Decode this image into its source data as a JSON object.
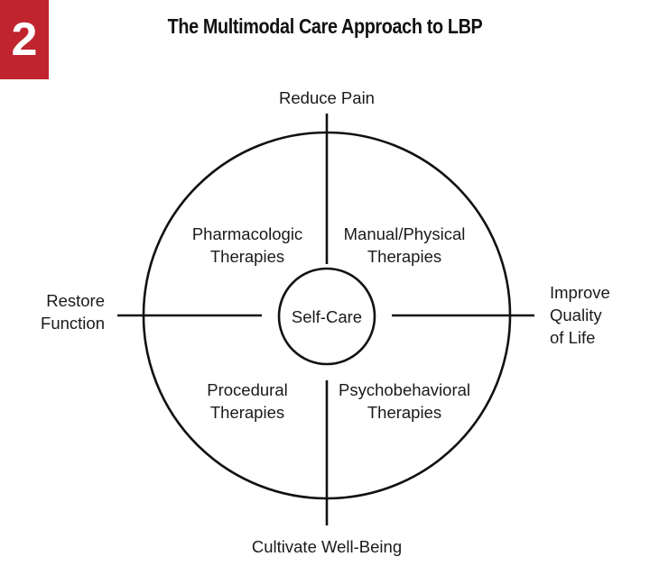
{
  "badge": {
    "number": "2",
    "color": "#c0242e"
  },
  "title": "The Multimodal Care Approach to LBP",
  "goals": {
    "top": "Reduce Pain",
    "left": "Restore\nFunction",
    "right": "Improve\nQuality\nof Life",
    "bottom": "Cultivate Well-Being"
  },
  "center_label": "Self-Care",
  "quadrants": {
    "top_left": "Pharmacologic\nTherapies",
    "top_right": "Manual/Physical\nTherapies",
    "bottom_left": "Procedural\nTherapies",
    "bottom_right": "Psychobehavioral\nTherapies"
  },
  "colors": {
    "stroke": "#111111",
    "text": "#1a1a1a"
  }
}
